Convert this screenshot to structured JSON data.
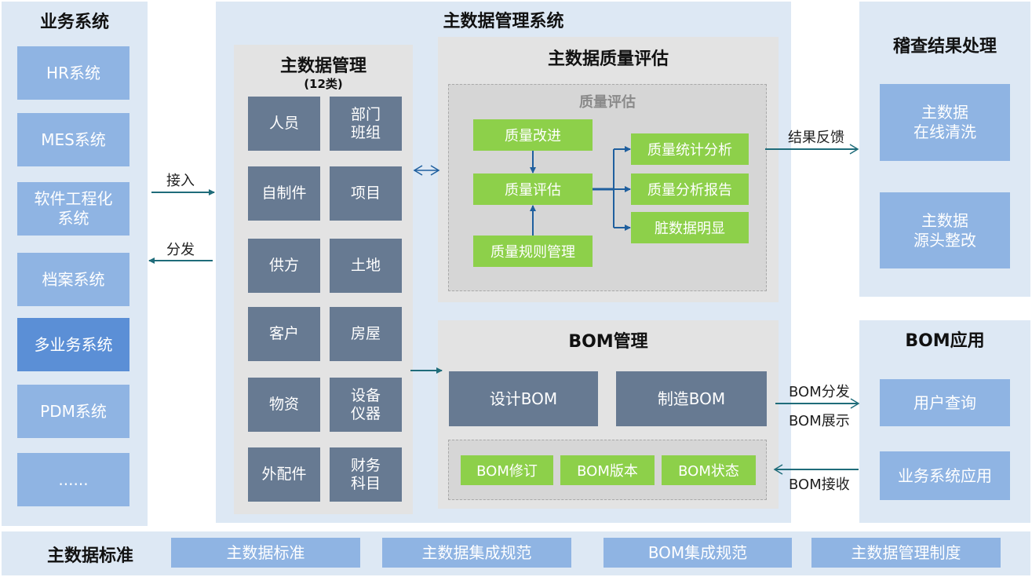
{
  "business": {
    "title": "业务系统",
    "items": [
      "HR系统",
      "MES系统",
      "软件工程化\n系统",
      "档案系统",
      "多业务系统",
      "PDM系统",
      "......"
    ]
  },
  "system": {
    "title": "主数据管理系统",
    "mdm": {
      "title": "主数据管理",
      "subtitle": "(12类)",
      "items": [
        "人员",
        "部门\n班组",
        "自制件",
        "项目",
        "供方",
        "土地",
        "客户",
        "房屋",
        "物资",
        "设备\n仪器",
        "外配件",
        "财务\n科目"
      ]
    },
    "quality": {
      "title": "主数据质量评估",
      "inner_title": "质量评估",
      "improve": "质量改进",
      "assess": "质量评估",
      "rules": "质量规则管理",
      "outputs": [
        "质量统计分析",
        "质量分析报告",
        "脏数据明显"
      ]
    },
    "bom": {
      "title": "BOM管理",
      "design": "设计BOM",
      "manufacture": "制造BOM",
      "tags": [
        "BOM修订",
        "BOM版本",
        "BOM状态"
      ]
    }
  },
  "audit": {
    "title": "稽查结果处理",
    "items": [
      "主数据\n在线清洗",
      "主数据\n源头整改"
    ]
  },
  "bom_app": {
    "title": "BOM应用",
    "items": [
      "用户查询",
      "业务系统应用"
    ]
  },
  "arrows": {
    "access": "接入",
    "distribute": "分发",
    "feedback": "结果反馈",
    "bom_distribute": "BOM分发",
    "bom_display": "BOM展示",
    "bom_receive": "BOM接收"
  },
  "standards": {
    "title": "主数据标准",
    "items": [
      "主数据标准",
      "主数据集成规范",
      "BOM集成规范",
      "主数据管理制度"
    ]
  },
  "colors": {
    "panel": "#dde8f4",
    "light_box": "#8fb4e3",
    "highlight_box": "#5b8fd6",
    "slate_box": "#677a92",
    "green_box": "#8dd04a",
    "arrow_teal": "#1f6c7a",
    "arrow_blue": "#1f5f9e"
  }
}
